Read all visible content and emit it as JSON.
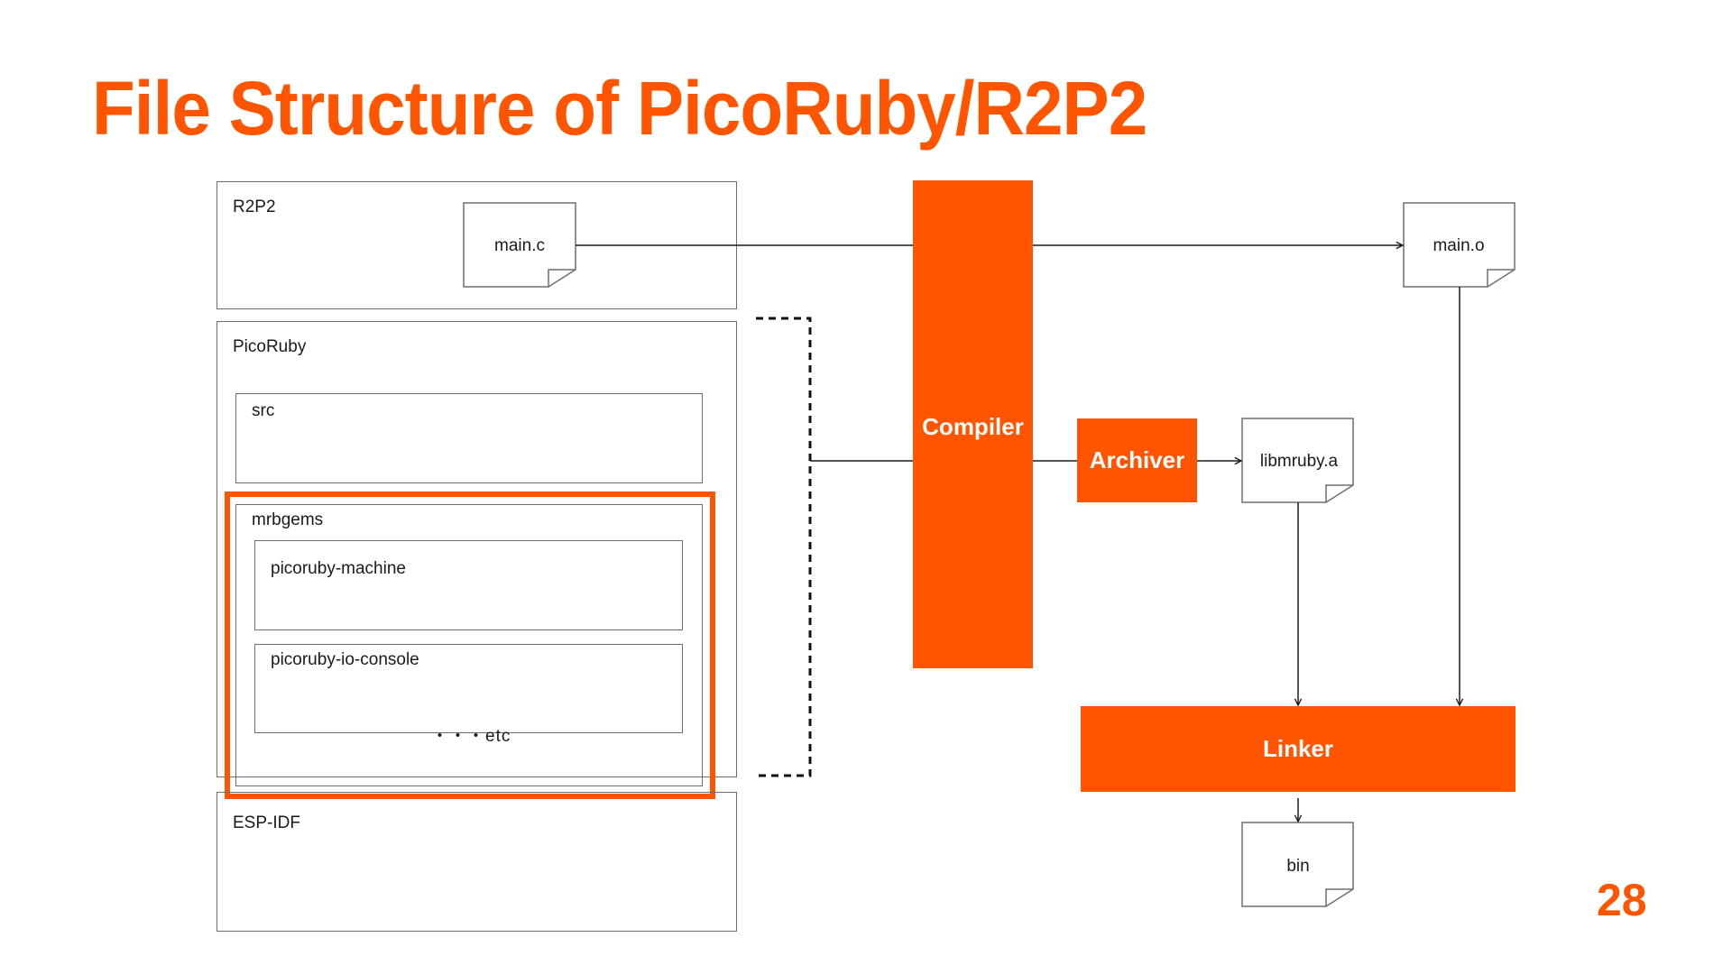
{
  "slide": {
    "title": "File Structure of PicoRuby/R2P2",
    "page_number": "28",
    "accent_color": "#FF5500"
  },
  "tree": {
    "r2p2": {
      "label": "R2P2",
      "file": "main.c"
    },
    "picoruby": {
      "label": "PicoRuby",
      "src": "src",
      "mrbgems": {
        "label": "mrbgems",
        "items": [
          "picoruby-machine",
          "picoruby-io-console"
        ],
        "more": "・・・etc"
      }
    },
    "esp_idf": {
      "label": "ESP-IDF"
    }
  },
  "pipeline": {
    "compiler": "Compiler",
    "archiver": "Archiver",
    "linker": "Linker",
    "outputs": {
      "main_o": "main.o",
      "libmruby": "libmruby.a",
      "bin": "bin"
    }
  }
}
